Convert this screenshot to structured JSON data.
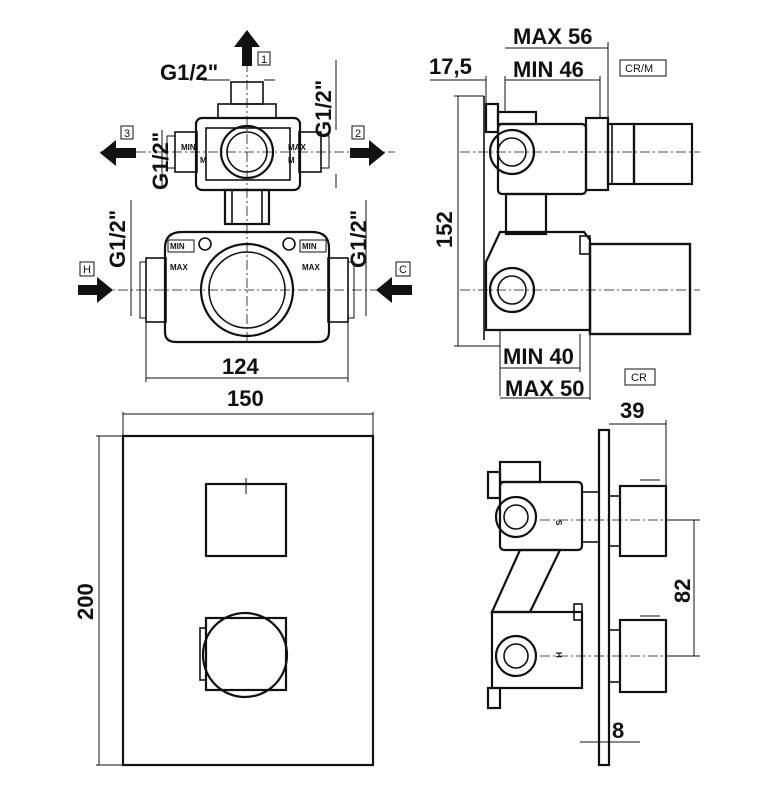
{
  "top_view": {
    "thread_top": "G1/2\"",
    "thread_right_upper": "G1/2\"",
    "thread_left_upper": "G1/2\"",
    "thread_left_lower": "G1/2\"",
    "thread_right_lower": "G1/2\"",
    "outlet_1": "1",
    "outlet_2": "2",
    "outlet_3": "3",
    "inlet_hot": "H",
    "inlet_cold": "C",
    "min_upper_left": "MIN",
    "max_upper_right": "MAX",
    "max_upper_left_small": "M",
    "min_upper_right_small": "M",
    "min_lower_left": "MIN",
    "max_lower_left": "MAX",
    "min_lower_right": "MIN",
    "max_lower_right": "MAX",
    "width": "124"
  },
  "side_view": {
    "max_depth": "MAX 56",
    "min_depth": "MIN 46",
    "offset": "17,5",
    "height": "152",
    "min_body": "MIN 40",
    "max_body": "MAX 50",
    "code_top": "CR/M",
    "code_bottom": "CR"
  },
  "front_view": {
    "width": "150",
    "height": "200"
  },
  "profile_view": {
    "handle_depth": "39",
    "handle_spacing": "82",
    "plate_thickness": "8",
    "mark_upper": "S",
    "mark_lower": "H"
  }
}
